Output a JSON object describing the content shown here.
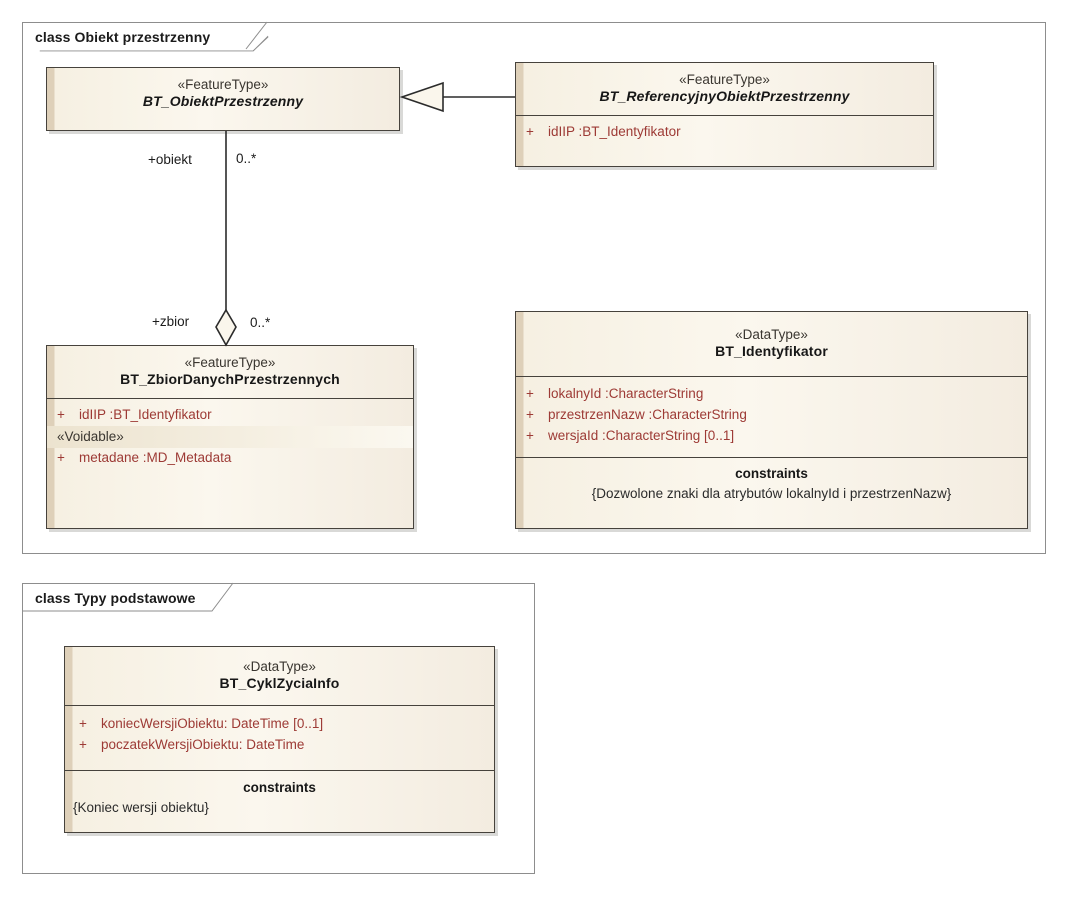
{
  "diagram": {
    "title": "UML class diagram",
    "colors": {
      "class_fill_light": "#fbf7ee",
      "class_fill_dark": "#ded0b9",
      "class_border": "#46423c",
      "attribute_text": "#9d3a35",
      "name_text": "#171717",
      "frame_border": "#8d8d8d",
      "connector": "#2b2b2b"
    }
  },
  "frames": [
    {
      "id": "frame-obiekt-przestrzenny",
      "keyword": "class",
      "name": "Obiekt przestrzenny",
      "tab_label": "class Obiekt przestrzenny"
    },
    {
      "id": "frame-typy-podstawowe",
      "keyword": "class",
      "name": "Typy podstawowe",
      "tab_label": "class Typy podstawowe"
    }
  ],
  "classes": [
    {
      "id": "bt-obiekt-przestrzenny",
      "stereotype": "«FeatureType»",
      "name": "BT_ObiektPrzestrzenny",
      "abstract": true,
      "attributes": [],
      "constraints": null
    },
    {
      "id": "bt-referencyjny-obiekt-przestrzenny",
      "stereotype": "«FeatureType»",
      "name": "BT_ReferencyjnyObiektPrzestrzenny",
      "abstract": true,
      "attributes": [
        {
          "visibility": "+",
          "text": "idIIP  :BT_Identyfikator"
        }
      ],
      "constraints": null
    },
    {
      "id": "bt-zbior-danych-przestrzennych",
      "stereotype": "«FeatureType»",
      "name": "BT_ZbiorDanychPrzestrzennych",
      "abstract": false,
      "attributes": [
        {
          "visibility": "+",
          "text": "idIIP  :BT_Identyfikator"
        }
      ],
      "attribute_stereotype": "«Voidable»",
      "attributes_voidable": [
        {
          "visibility": "+",
          "text": "metadane  :MD_Metadata"
        }
      ],
      "constraints": null
    },
    {
      "id": "bt-identyfikator",
      "stereotype": "«DataType»",
      "name": "BT_Identyfikator",
      "abstract": false,
      "attributes": [
        {
          "visibility": "+",
          "text": "lokalnyId  :CharacterString"
        },
        {
          "visibility": "+",
          "text": "przestrzenNazw  :CharacterString"
        },
        {
          "visibility": "+",
          "text": "wersjaId  :CharacterString [0..1]"
        }
      ],
      "constraints": {
        "title": "constraints",
        "body": "{Dozwolone znaki dla atrybutów lokalnyId i przestrzenNazw}"
      }
    },
    {
      "id": "bt-cykl-zycia-info",
      "stereotype": "«DataType»",
      "name": "BT_CyklZyciaInfo",
      "abstract": false,
      "attributes": [
        {
          "visibility": "+",
          "text": "koniecWersjiObiektu:  DateTime [0..1]"
        },
        {
          "visibility": "+",
          "text": "poczatekWersjiObiektu:  DateTime"
        }
      ],
      "constraints": {
        "title": "constraints",
        "body": "{Koniec wersji obiektu}"
      }
    }
  ],
  "connectors": [
    {
      "id": "generalization-referencyjny-to-obiekt",
      "type": "generalization",
      "from": "BT_ReferencyjnyObiektPrzestrzenny",
      "to": "BT_ObiektPrzestrzenny",
      "labels": []
    },
    {
      "id": "aggregation-zbior-obiekt",
      "type": "aggregation",
      "from": "BT_ZbiorDanychPrzestrzennych",
      "to": "BT_ObiektPrzestrzenny",
      "labels": [
        {
          "id": "role-obiekt",
          "text": "+obiekt"
        },
        {
          "id": "mult-obiekt",
          "text": "0..*"
        },
        {
          "id": "role-zbior",
          "text": "+zbior"
        },
        {
          "id": "mult-zbior",
          "text": "0..*"
        }
      ]
    }
  ]
}
